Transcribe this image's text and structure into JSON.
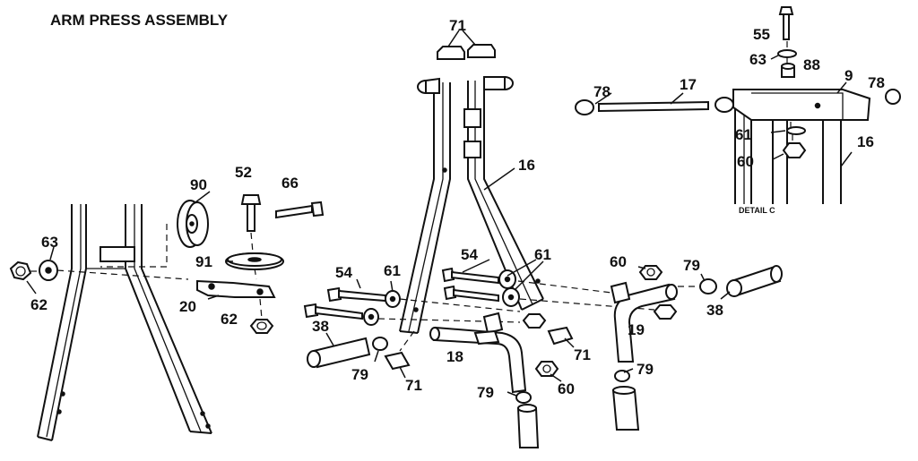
{
  "title": "ARM PRESS ASSEMBLY",
  "detail_label": "DETAIL C",
  "callouts": {
    "c71_top": "71",
    "c55": "55",
    "c63_detail": "63",
    "c88": "88",
    "c9": "9",
    "c78_right": "78",
    "c78_left": "78",
    "c17": "17",
    "c61_detail": "61",
    "c60_detail": "60",
    "c16_detail": "16",
    "c16_main": "16",
    "c90": "90",
    "c52": "52",
    "c66": "66",
    "c63_left": "63",
    "c62_left": "62",
    "c91": "91",
    "c20": "20",
    "c62_mid": "62",
    "c54_left": "54",
    "c54_mid": "54",
    "c61_left": "61",
    "c61_mid": "61",
    "c60_right": "60",
    "c79_right": "79",
    "c38_right": "38",
    "c19": "19",
    "c79_lower_right": "79",
    "c38_left": "38",
    "c79_left": "79",
    "c71_left": "71",
    "c18": "18",
    "c71_mid": "71",
    "c60_mid": "60",
    "c79_bottom": "79"
  }
}
